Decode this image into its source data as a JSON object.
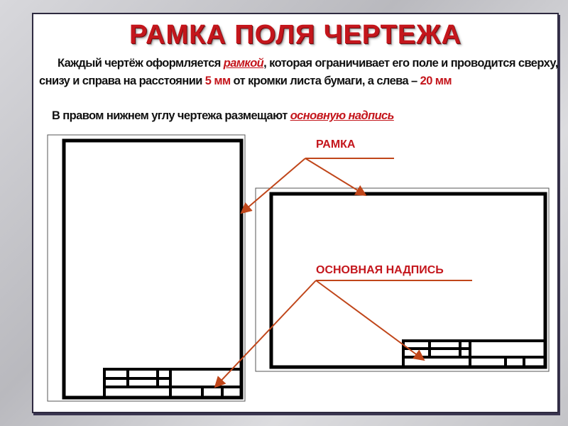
{
  "title": "РАМКА ПОЛЯ ЧЕРТЕЖА",
  "paragraph1": {
    "part1": "Каждый чертёж оформляется ",
    "link1": "рамкой",
    "part2": ", которая ограничивает его поле и проводится сверху, снизу и справа на расстоянии ",
    "value1": "5 мм",
    "part3": " от кромки листа бумаги, а слева – ",
    "value2": "20 мм"
  },
  "paragraph2": {
    "part1": "В правом нижнем углу чертежа размещают ",
    "link1": "основную надпись"
  },
  "labels": {
    "frame": "РАМКА",
    "title_block": "ОСНОВНАЯ НАДПИСЬ"
  },
  "colors": {
    "accent": "#c4161c",
    "arrow": "#c0461a"
  }
}
